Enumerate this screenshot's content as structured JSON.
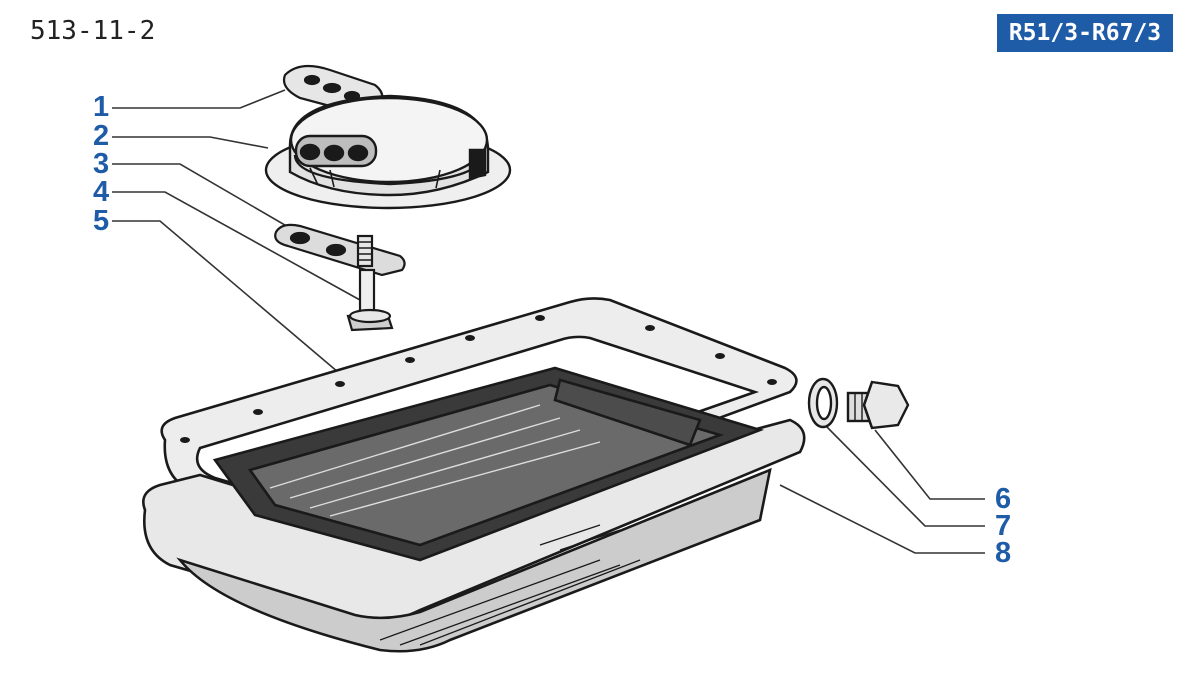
{
  "header": {
    "page_code": "513-11-2",
    "model_badge": "R51/3-R67/3"
  },
  "callouts": [
    "1",
    "2",
    "3",
    "4",
    "5",
    "6",
    "7",
    "8"
  ],
  "colors": {
    "callout": "#1f5ca8",
    "badge_bg": "#1f5ca8",
    "line_art": "#1a1a1a"
  }
}
